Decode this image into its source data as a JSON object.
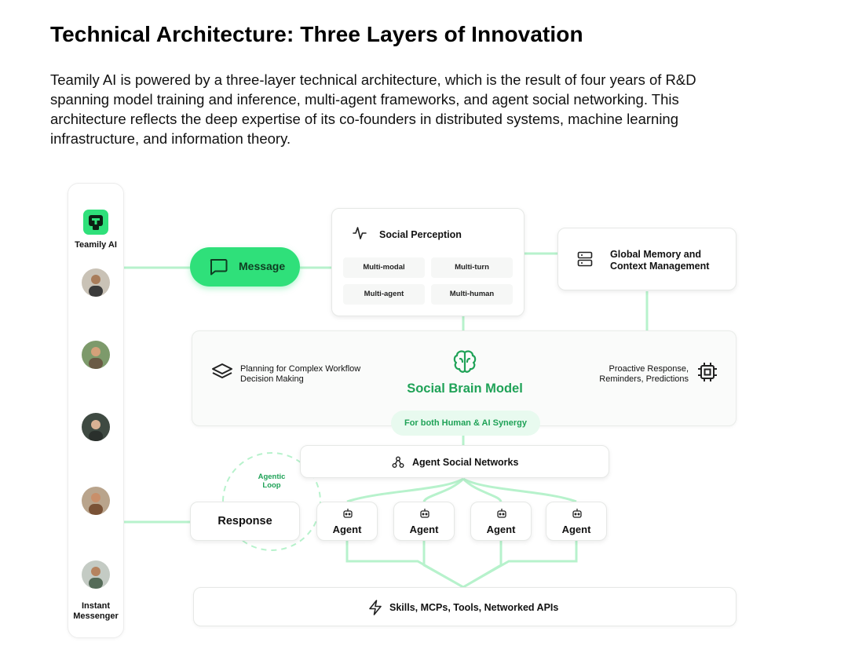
{
  "page": {
    "title": "Technical Architecture: Three Layers of Innovation",
    "intro": "Teamily AI is powered by a three-layer technical architecture, which is the result of four years of R&D spanning model training and inference, multi-agent frameworks, and agent social networking. This architecture reflects the deep expertise of its co-founders in distributed systems, machine learning infrastructure, and information theory."
  },
  "diagram": {
    "sidebar": {
      "brand": "Teamily AI",
      "footer": [
        "Instant",
        "Messenger"
      ]
    },
    "message": "Message",
    "social_perception": {
      "title": "Social Perception",
      "chips": [
        "Multi-modal",
        "Multi-turn",
        "Multi-agent",
        "Multi-human"
      ]
    },
    "memory": [
      "Global Memory and",
      "Context Management"
    ],
    "brain": {
      "title": "Social Brain Model",
      "left": [
        "Planning for Complex Workflow",
        "Decision Making"
      ],
      "right": [
        "Proactive Response,",
        "Reminders, Predictions"
      ],
      "tag": "For both Human & AI Synergy"
    },
    "networks": "Agent Social Networks",
    "loop": [
      "Agentic",
      "Loop"
    ],
    "response": "Response",
    "agents": [
      "Agent",
      "Agent",
      "Agent",
      "Agent"
    ],
    "tools": "Skills, MCPs, Tools, Networked APIs",
    "colors": {
      "accent": "#2fe07a",
      "line": "#b7f2cc",
      "accent_text": "#1fa257"
    },
    "icons": [
      "teamily-logo-icon",
      "chat-bubble-icon",
      "pulse-icon",
      "server-icon",
      "brain-icon",
      "layers-icon",
      "cpu-icon",
      "network-icon",
      "bot-icon",
      "lightning-icon"
    ]
  }
}
